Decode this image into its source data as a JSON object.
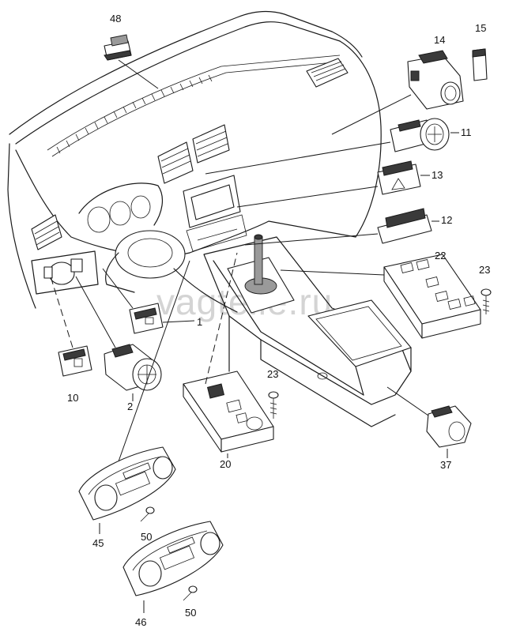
{
  "watermark": "vagteile.ru",
  "callouts": {
    "p48": "48",
    "p14": "14",
    "p15": "15",
    "p11": "11",
    "p13": "13",
    "p12": "12",
    "p22": "22",
    "p23a": "23",
    "p1": "1",
    "p10": "10",
    "p2": "2",
    "p23b": "23",
    "p20": "20",
    "p37": "37",
    "p45": "45",
    "p50a": "50",
    "p46": "46",
    "p50b": "50"
  }
}
